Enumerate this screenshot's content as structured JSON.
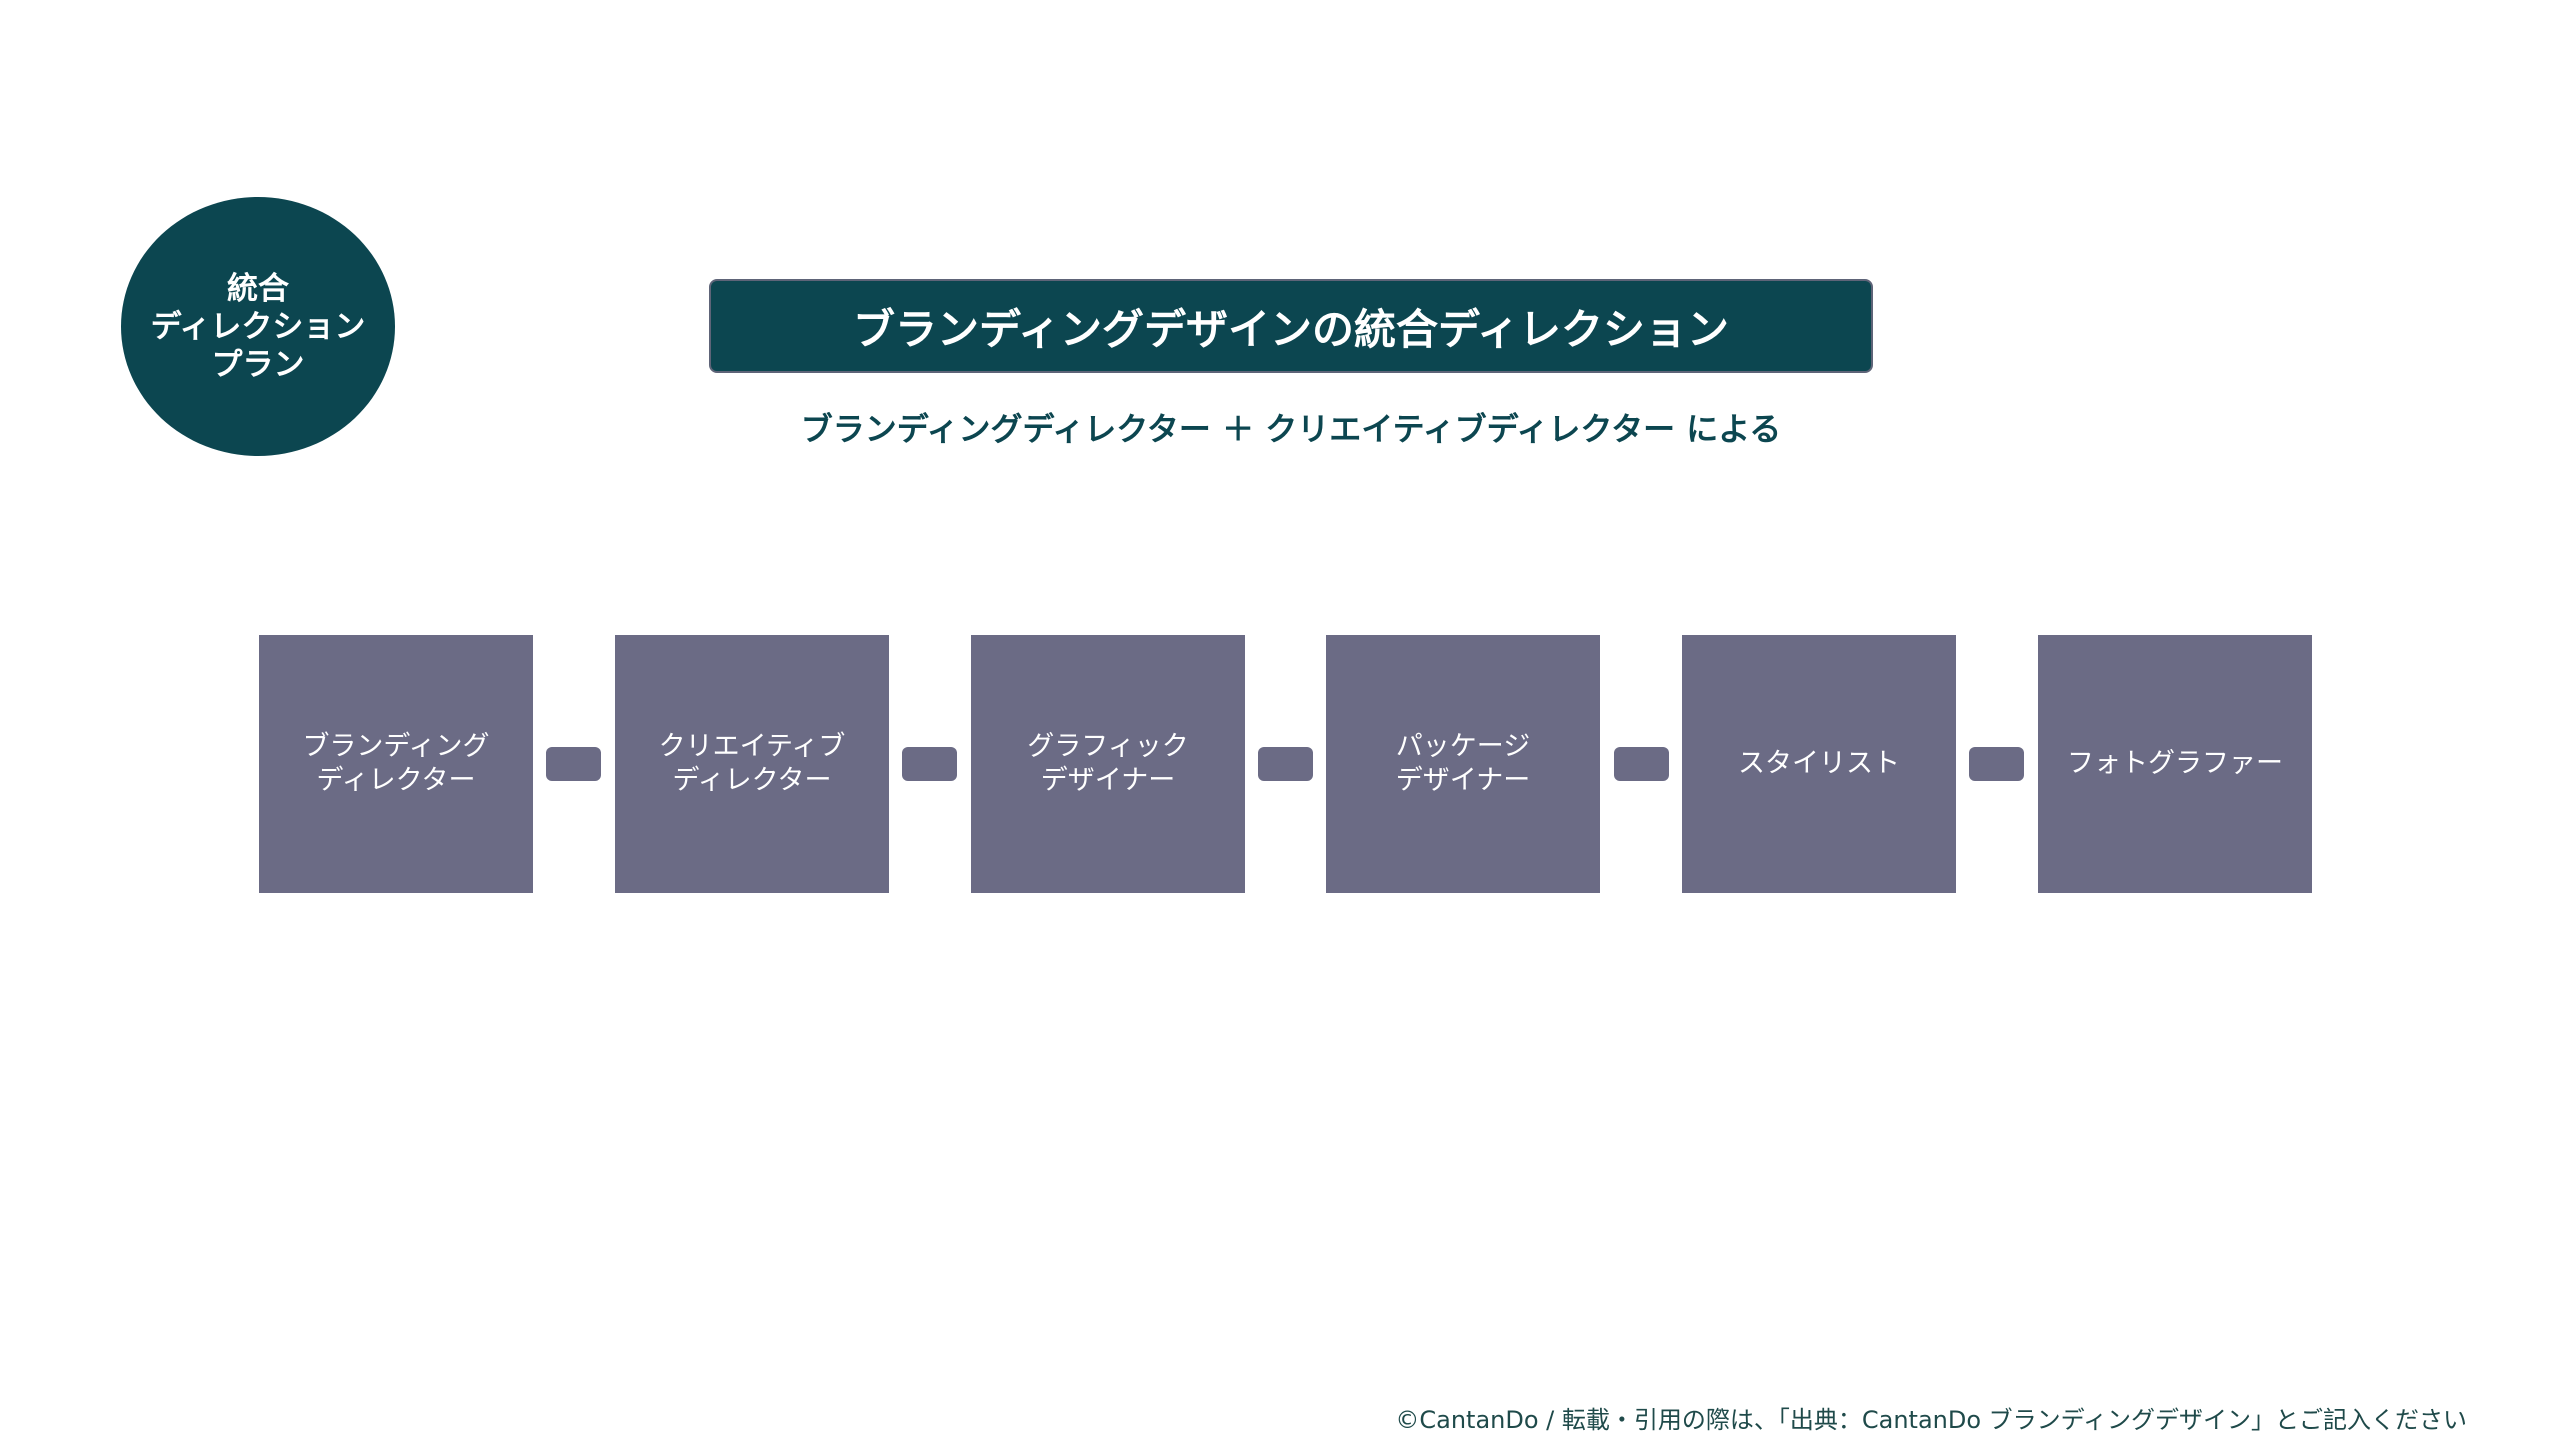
{
  "badge": {
    "lines": [
      "統合",
      "ディレクション",
      "プラン"
    ]
  },
  "header": {
    "title": "ブランディングデザインの統合ディレクション",
    "subtitle": "ブランディングディレクター ＋ クリエイティブディレクター による"
  },
  "flow": {
    "steps": [
      {
        "lines": [
          "ブランディング",
          "ディレクター"
        ]
      },
      {
        "lines": [
          "クリエイティブ",
          "ディレクター"
        ]
      },
      {
        "lines": [
          "グラフィック",
          "デザイナー"
        ]
      },
      {
        "lines": [
          "パッケージ",
          "デザイナー"
        ]
      },
      {
        "lines": [
          "スタイリスト"
        ]
      },
      {
        "lines": [
          "フォトグラファー"
        ]
      }
    ]
  },
  "footer": {
    "text": "©CantanDo / 転載・引用の際は、「出典：CantanDo ブランディングデザイン」とご記入ください"
  },
  "colors": {
    "primary": "#0c4650",
    "box": "#6b6b85"
  }
}
